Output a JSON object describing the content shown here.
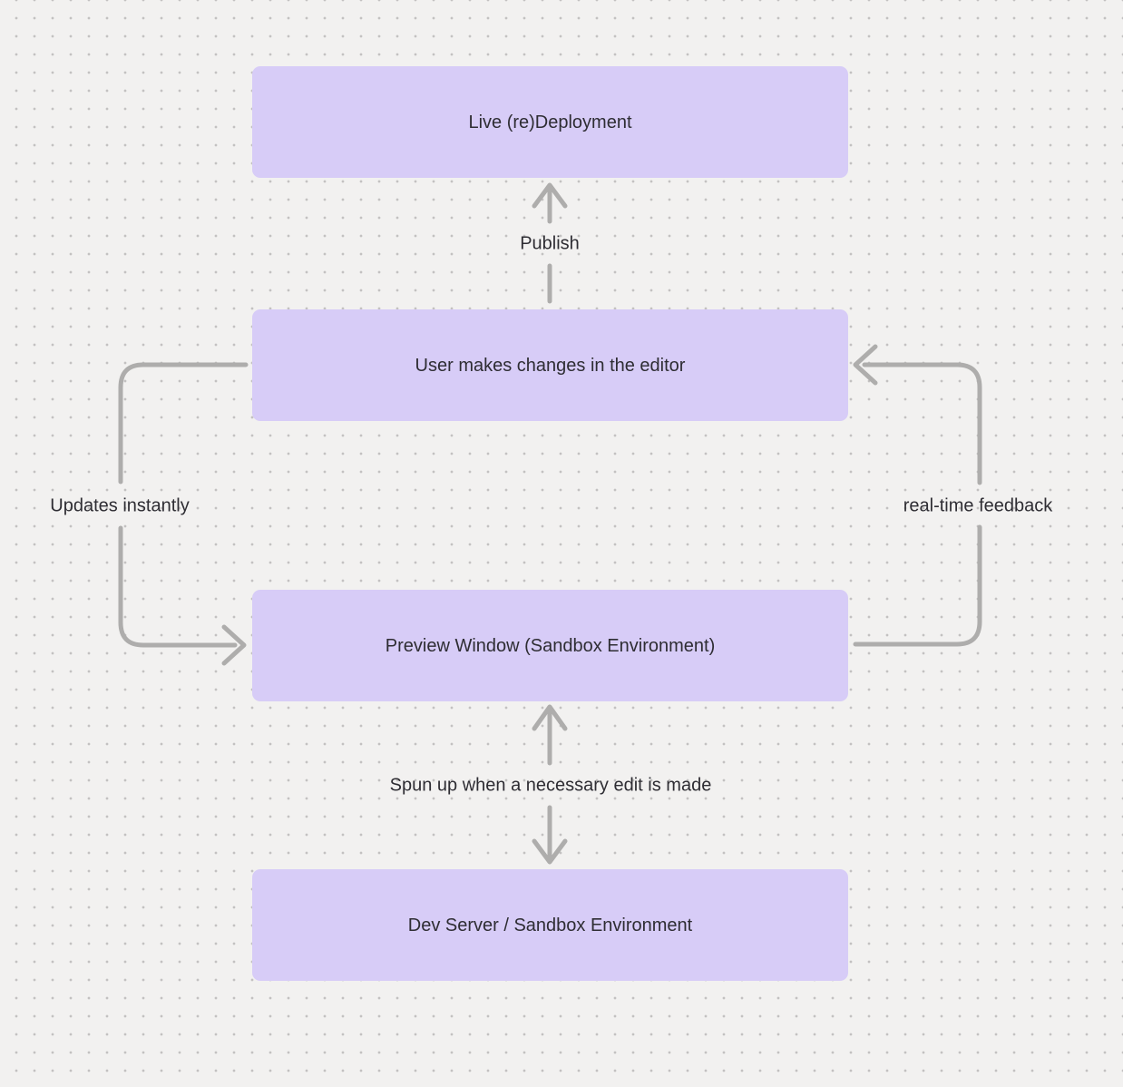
{
  "diagram": {
    "type": "flowchart",
    "background_color": "#f2f1f0",
    "dot_grid_color": "#c3c1c1",
    "node_fill_color": "#d7ccf7",
    "text_color": "#2e2d33",
    "arrow_color": "#aeadac",
    "nodes": [
      {
        "id": "live-deployment",
        "label": "Live (re)Deployment"
      },
      {
        "id": "user-editor",
        "label": "User makes changes in the editor"
      },
      {
        "id": "preview-window",
        "label": "Preview Window (Sandbox Environment)"
      },
      {
        "id": "dev-server",
        "label": "Dev Server / Sandbox Environment"
      }
    ],
    "edges": [
      {
        "id": "publish",
        "from": "user-editor",
        "to": "live-deployment",
        "label": "Publish",
        "direction": "up"
      },
      {
        "id": "updates-instantly",
        "from": "user-editor",
        "to": "preview-window",
        "label": "Updates instantly",
        "direction": "left-loop-down"
      },
      {
        "id": "real-time-feedback",
        "from": "preview-window",
        "to": "user-editor",
        "label": "real-time feedback",
        "direction": "right-loop-up"
      },
      {
        "id": "spun-up",
        "from": "preview-window",
        "to": "dev-server",
        "label": "Spun up when a necessary edit is made",
        "direction": "bidirectional-vertical"
      }
    ]
  }
}
